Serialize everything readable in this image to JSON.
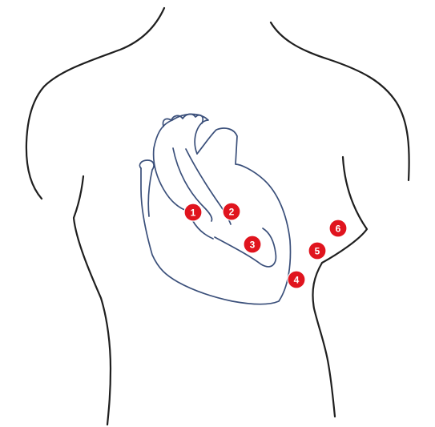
{
  "colors": {
    "body_outline": "#1f1f1f",
    "heart_outline": "#3a4f7a",
    "marker_fill": "#e0141e",
    "marker_text": "#ffffff",
    "background": "#ffffff"
  },
  "markers": [
    {
      "label": "1"
    },
    {
      "label": "2"
    },
    {
      "label": "3"
    },
    {
      "label": "4"
    },
    {
      "label": "5"
    },
    {
      "label": "6"
    }
  ]
}
